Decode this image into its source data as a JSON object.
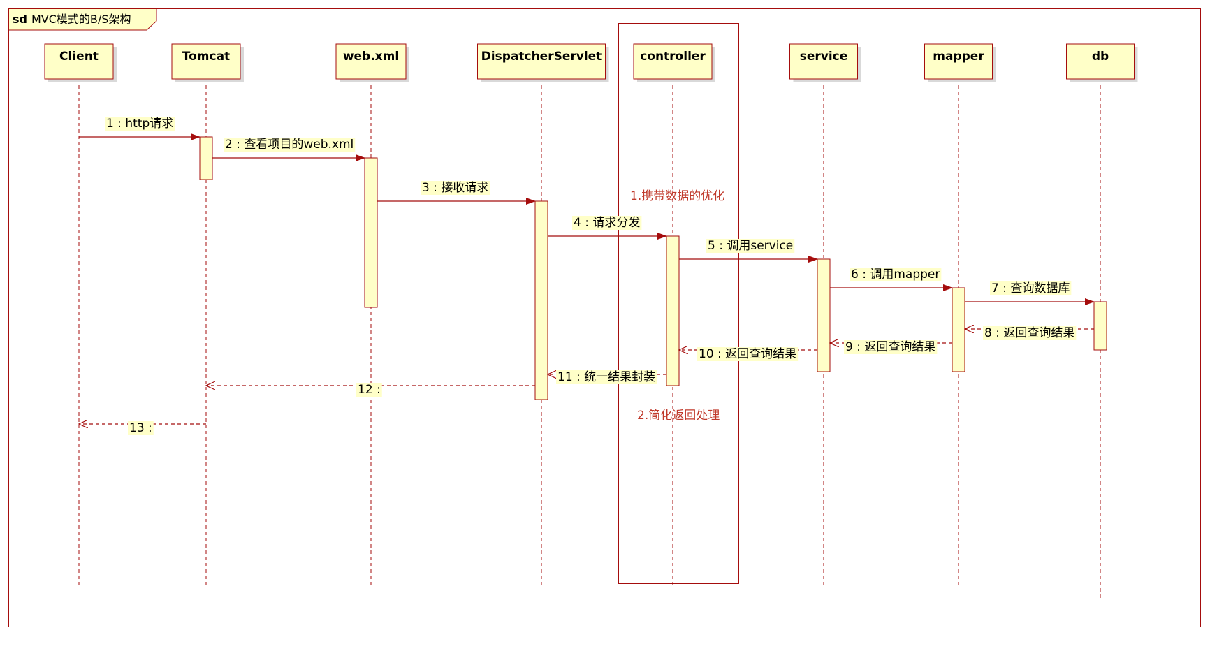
{
  "frame": {
    "keyword": "sd",
    "title": "MVC模式的B/S架构"
  },
  "actors": [
    {
      "id": "client",
      "name": "Client"
    },
    {
      "id": "tomcat",
      "name": "Tomcat"
    },
    {
      "id": "webxml",
      "name": "web.xml"
    },
    {
      "id": "dispatcher",
      "name": "DispatcherServlet"
    },
    {
      "id": "controller",
      "name": "controller"
    },
    {
      "id": "service",
      "name": "service"
    },
    {
      "id": "mapper",
      "name": "mapper"
    },
    {
      "id": "db",
      "name": "db"
    }
  ],
  "messages": [
    {
      "label": "1 : http请求",
      "from": "client",
      "to": "tomcat",
      "kind": "call"
    },
    {
      "label": "2 : 查看项目的web.xml",
      "from": "tomcat",
      "to": "webxml",
      "kind": "call"
    },
    {
      "label": "3 : 接收请求",
      "from": "webxml",
      "to": "dispatcher",
      "kind": "call"
    },
    {
      "label": "4 : 请求分发",
      "from": "dispatcher",
      "to": "controller",
      "kind": "call"
    },
    {
      "label": "5 : 调用service",
      "from": "controller",
      "to": "service",
      "kind": "call"
    },
    {
      "label": "6 : 调用mapper",
      "from": "service",
      "to": "mapper",
      "kind": "call"
    },
    {
      "label": "7 : 查询数据库",
      "from": "mapper",
      "to": "db",
      "kind": "call"
    },
    {
      "label": "8 : 返回查询结果",
      "from": "db",
      "to": "mapper",
      "kind": "return"
    },
    {
      "label": "9 : 返回查询结果",
      "from": "mapper",
      "to": "service",
      "kind": "return"
    },
    {
      "label": "10 : 返回查询结果",
      "from": "service",
      "to": "controller",
      "kind": "return"
    },
    {
      "label": "11 : 统一结果封装",
      "from": "controller",
      "to": "dispatcher",
      "kind": "return"
    },
    {
      "label": "12 :",
      "from": "dispatcher",
      "to": "tomcat",
      "kind": "return"
    },
    {
      "label": "13 :",
      "from": "tomcat",
      "to": "client",
      "kind": "return"
    }
  ],
  "notes": [
    {
      "text": "1.携带数据的优化"
    },
    {
      "text": "2.简化返回处理"
    }
  ],
  "colors": {
    "line": "#a50d0d",
    "box_fill": "#ffffc8",
    "label_bg": "#ffffc8",
    "note_text": "#c0392b",
    "shadow": "#d9d9d9"
  }
}
